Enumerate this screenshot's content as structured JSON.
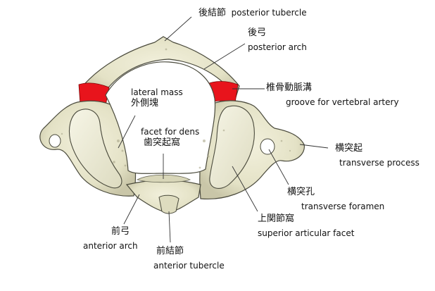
{
  "labels": {
    "posterior_tubercle": {
      "ja": "後結節",
      "en": "posterior tubercle"
    },
    "posterior_arch": {
      "ja": "後弓",
      "en": "posterior arch"
    },
    "groove_vertebral_artery": {
      "ja": "椎骨動脈溝",
      "en": "groove for vertebral artery"
    },
    "lateral_mass": {
      "en": "lateral mass",
      "ja": "外側塊"
    },
    "facet_for_dens": {
      "en": "facet for dens",
      "ja": "歯突起窩"
    },
    "transverse_process": {
      "ja": "横突起",
      "en": "transverse process"
    },
    "transverse_foramen": {
      "ja": "横突孔",
      "en": "transverse foramen"
    },
    "superior_articular_facet": {
      "ja": "上関節窩",
      "en": "superior articular facet"
    },
    "anterior_arch": {
      "ja": "前弓",
      "en": "anterior arch"
    },
    "anterior_tubercle": {
      "ja": "前結節",
      "en": "anterior tubercle"
    }
  },
  "colors": {
    "bone": "#e9e7cf",
    "bone_shadow": "#b8b59a",
    "outline": "#4a4a3c",
    "groove": "#e8141c",
    "leader": "#333333"
  }
}
